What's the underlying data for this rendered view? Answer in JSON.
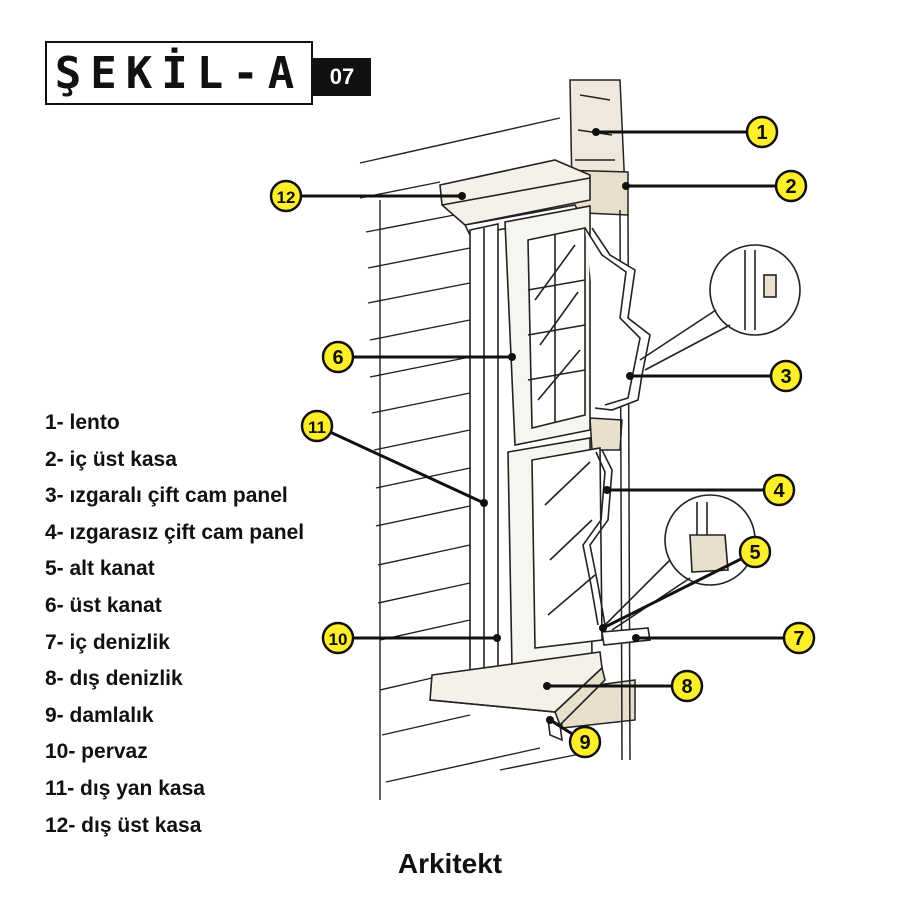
{
  "title": {
    "text": "ŞEKİL-A",
    "number": "07"
  },
  "brand": "Arkitekt",
  "colors": {
    "marker": "#FFEF2B",
    "ink": "#111111"
  },
  "markers": [
    {
      "n": "1"
    },
    {
      "n": "2"
    },
    {
      "n": "3"
    },
    {
      "n": "4"
    },
    {
      "n": "5"
    },
    {
      "n": "6"
    },
    {
      "n": "7"
    },
    {
      "n": "8"
    },
    {
      "n": "9"
    },
    {
      "n": "10"
    },
    {
      "n": "11"
    },
    {
      "n": "12"
    }
  ],
  "legend": [
    "1- lento",
    "2- iç üst kasa",
    "3- ızgaralı çift cam panel",
    "4- ızgarasız çift cam panel",
    "5- alt kanat",
    "6- üst kanat",
    "7- iç denizlik",
    "8- dış denizlik",
    "9- damlalık",
    "10- pervaz",
    "11- dış yan kasa",
    "12- dış üst kasa"
  ]
}
